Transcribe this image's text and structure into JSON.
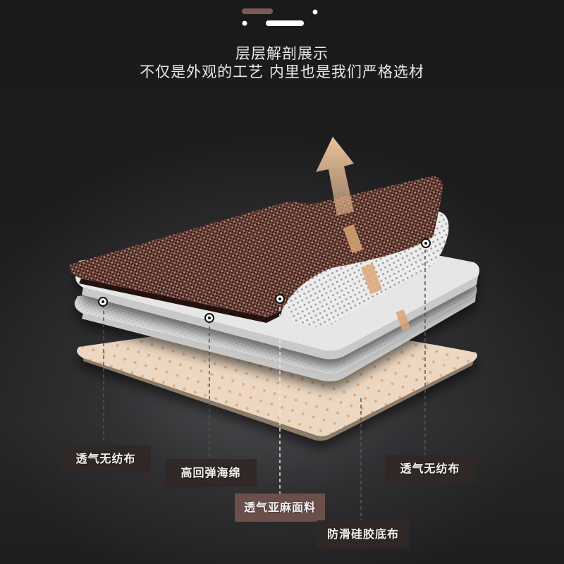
{
  "header": {
    "title": "层层解剖展示",
    "subtitle": "不仅是外观的工艺 内里也是我们严格选材",
    "decoration": {
      "accent_bar_color": "#7b5a52",
      "white_bar_color": "#ffffff"
    }
  },
  "illustration": {
    "arrow_color": "#e2b78c",
    "layers": [
      {
        "name": "top-cover",
        "color": "#4a2a24",
        "pattern_color": "#a87a6c"
      },
      {
        "name": "upper-breathable",
        "color": "#e4e4e4"
      },
      {
        "name": "foam",
        "color": "#dcdcdc"
      },
      {
        "name": "base",
        "color": "#ebd5bd",
        "dot_color": "#e3a978"
      }
    ]
  },
  "labels": [
    {
      "text": "透气无纺布",
      "accent": false
    },
    {
      "text": "高回弹海绵",
      "accent": false
    },
    {
      "text": "透气亚麻面料",
      "accent": true
    },
    {
      "text": "防滑硅胶底布",
      "accent": false
    },
    {
      "text": "透气无纺布",
      "accent": false
    }
  ]
}
